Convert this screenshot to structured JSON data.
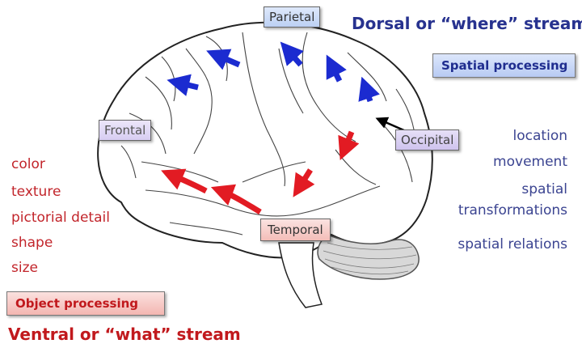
{
  "lobes": {
    "parietal": "Parietal",
    "frontal": "Frontal",
    "occipital": "Occipital",
    "temporal": "Temporal"
  },
  "dorsal": {
    "title": "Dorsal or “where” stream",
    "processing": "Spatial processing",
    "attributes": [
      "location",
      "movement",
      "spatial",
      "transformations",
      "spatial relations"
    ],
    "color": "#1b2bd0"
  },
  "ventral": {
    "title": "Ventral or “what” stream",
    "processing": "Object processing",
    "attributes": [
      "color",
      "texture",
      "pictorial detail",
      "shape",
      "size"
    ],
    "color": "#e21b23"
  }
}
